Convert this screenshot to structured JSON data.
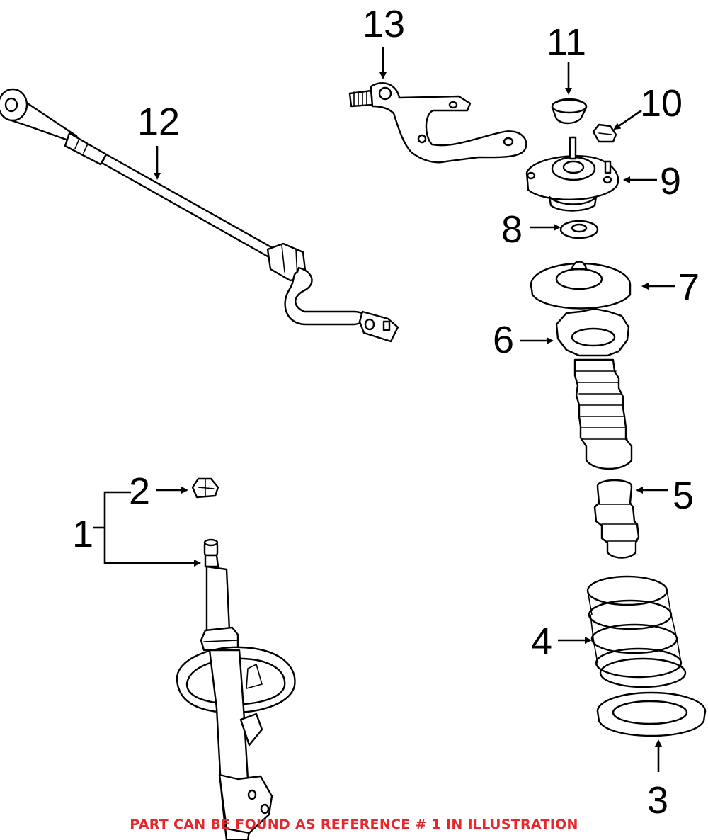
{
  "callouts": [
    {
      "id": "1",
      "text": "1"
    },
    {
      "id": "2",
      "text": "2"
    },
    {
      "id": "3",
      "text": "3"
    },
    {
      "id": "4",
      "text": "4"
    },
    {
      "id": "5",
      "text": "5"
    },
    {
      "id": "6",
      "text": "6"
    },
    {
      "id": "7",
      "text": "7"
    },
    {
      "id": "8",
      "text": "8"
    },
    {
      "id": "9",
      "text": "9"
    },
    {
      "id": "10",
      "text": "10"
    },
    {
      "id": "11",
      "text": "11"
    },
    {
      "id": "12",
      "text": "12"
    },
    {
      "id": "13",
      "text": "13"
    }
  ],
  "note": {
    "text": "PART CAN BE FOUND AS REFERENCE # 1 IN ILLUSTRATION",
    "color": "#e8262b"
  },
  "line_color": "#000000",
  "background": "#ffffff"
}
